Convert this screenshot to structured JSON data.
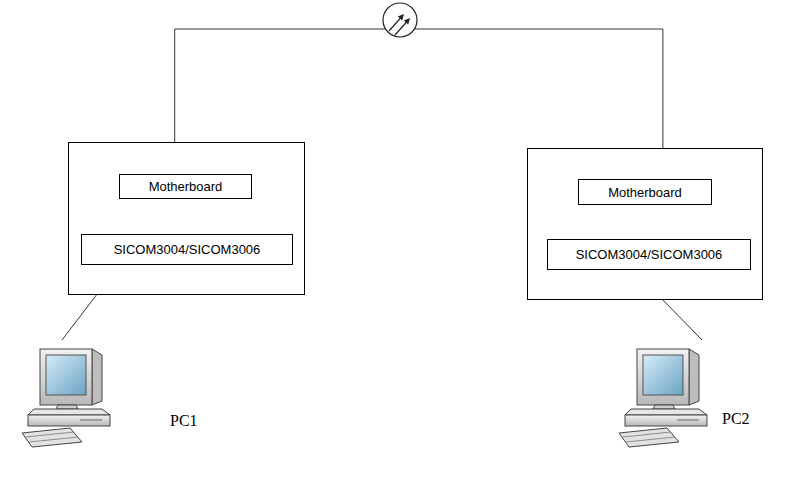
{
  "diagram": {
    "nodes": [
      {
        "text": []
      },
      {
        "text": [
          "Motherboard"
        ],
        "in": 0
      },
      {
        "text": [
          "SICOM3004/SICOM3006"
        ],
        "in": 0
      },
      {
        "text": []
      },
      {
        "text": [
          "Motherboard"
        ],
        "in": 3
      },
      {
        "text": [
          "SICOM3004/SICOM3006"
        ],
        "in": 3
      },
      {
        "text": [
          "PC1"
        ]
      },
      {
        "text": [
          "PC2"
        ]
      }
    ],
    "edges": [
      {
        "from": 1,
        "to": 2,
        "arrow": "none"
      },
      {
        "from": 1,
        "to": 2,
        "arrow": "none"
      },
      {
        "from": 4,
        "to": 5,
        "arrow": "none"
      },
      {
        "from": 4,
        "to": 5,
        "arrow": "none"
      },
      {
        "from": 0,
        "to": 3,
        "arrow": "none"
      },
      {
        "from": 0,
        "to": 6,
        "arrow": "none"
      },
      {
        "from": 3,
        "to": 7,
        "arrow": "none"
      }
    ]
  }
}
